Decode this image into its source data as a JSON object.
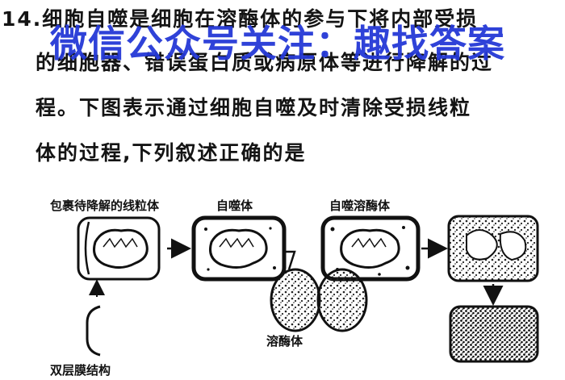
{
  "question": {
    "number": "14.",
    "line1": "细胞自噬是细胞在溶酶体的参与下将内部受损",
    "line2": "的细胞器、错误蛋白质或病原体等进行降解的过",
    "line3": "程。下图表示通过细胞自噬及时清除受损线粒",
    "line4": "体的过程,下列叙述正确的是"
  },
  "watermark": "微信公众号关注：趣找答案",
  "diagram": {
    "label_wrapped_mito": "包裹待降解的线粒体",
    "label_autophagosome": "自噬体",
    "label_autolysosome": "自噬溶酶体",
    "label_lysosome": "溶酶体",
    "label_double_membrane": "双层膜结构"
  }
}
